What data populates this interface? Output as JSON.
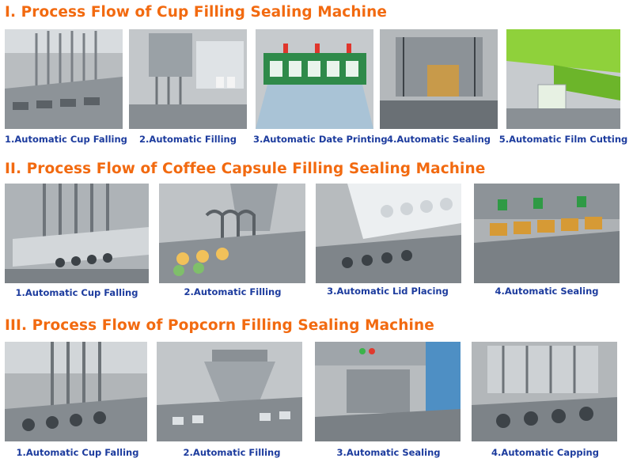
{
  "sections": [
    {
      "title": "I. Process Flow of Cup Filling Sealing Machine",
      "steps": [
        {
          "caption": "1.Automatic Cup Falling"
        },
        {
          "caption": "2.Automatic Filling"
        },
        {
          "caption": "3.Automatic Date Printing"
        },
        {
          "caption": "4.Automatic Sealing"
        },
        {
          "caption": "5.Automatic Film Cutting"
        }
      ]
    },
    {
      "title": "II. Process Flow of Coffee Capsule Filling Sealing Machine",
      "steps": [
        {
          "caption": "1.Automatic Cup Falling"
        },
        {
          "caption": "2.Automatic Filling"
        },
        {
          "caption": "3.Automatic Lid Placing"
        },
        {
          "caption": "4.Automatic Sealing"
        }
      ]
    },
    {
      "title": "III. Process Flow of Popcorn Filling Sealing Machine",
      "steps": [
        {
          "caption": "1.Automatic Cup Falling"
        },
        {
          "caption": "2.Automatic Filling"
        },
        {
          "caption": "3.Automatic Sealing"
        },
        {
          "caption": "4.Automatic Capping"
        }
      ]
    }
  ],
  "colors": {
    "section_title": "#f26a10",
    "caption": "#1d3c9e",
    "background": "#ffffff"
  }
}
